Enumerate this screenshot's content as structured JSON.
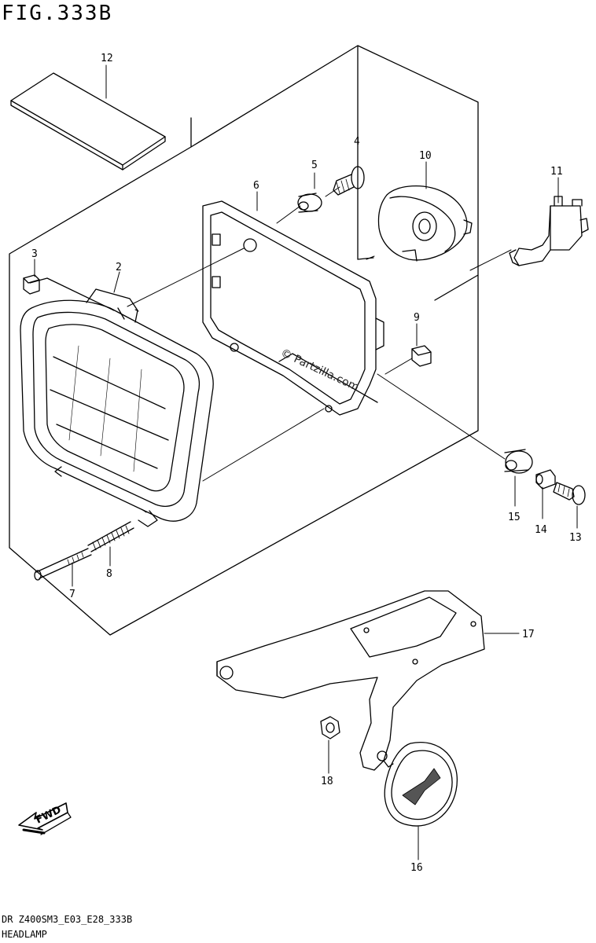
{
  "figure": {
    "title": "FIG.333B",
    "model_code": "DR Z400SM3_E03_E28_333B",
    "section_name": "HEADLAMP"
  },
  "watermark": "© Partzilla.com",
  "direction_badge": "FWD",
  "callouts": [
    {
      "id": "12",
      "label": "12"
    },
    {
      "id": "1",
      "label": ""
    },
    {
      "id": "5",
      "label": "5"
    },
    {
      "id": "4",
      "label": "4"
    },
    {
      "id": "10",
      "label": "10"
    },
    {
      "id": "11",
      "label": "11"
    },
    {
      "id": "6",
      "label": "6"
    },
    {
      "id": "3",
      "label": "3"
    },
    {
      "id": "2",
      "label": "2"
    },
    {
      "id": "9",
      "label": "9"
    },
    {
      "id": "15",
      "label": "15"
    },
    {
      "id": "14",
      "label": "14"
    },
    {
      "id": "13",
      "label": "13"
    },
    {
      "id": "7",
      "label": "7"
    },
    {
      "id": "8",
      "label": "8"
    },
    {
      "id": "17",
      "label": "17"
    },
    {
      "id": "18",
      "label": "18"
    },
    {
      "id": "16",
      "label": "16"
    }
  ]
}
